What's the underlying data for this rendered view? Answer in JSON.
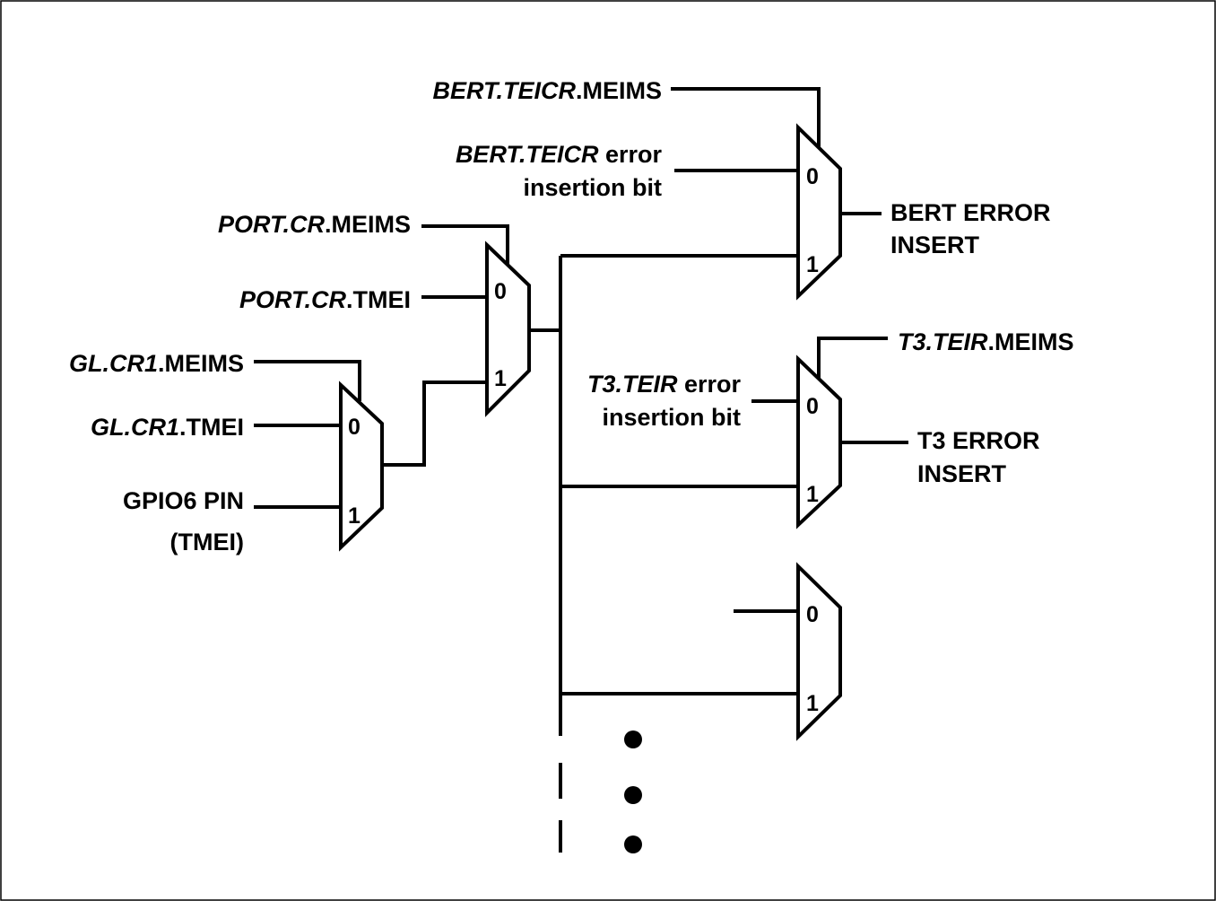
{
  "labels": {
    "bert_meims_reg": "BERT.TEICR",
    "bert_meims_field": ".MEIMS",
    "bert_err_reg": "BERT.TEICR",
    "bert_err_text": " error",
    "bert_err_line2": "insertion bit",
    "bert_out_1": "BERT ERROR",
    "bert_out_2": "INSERT",
    "port_meims_reg": "PORT.CR",
    "port_meims_field": ".MEIMS",
    "port_tmei_reg": "PORT.CR",
    "port_tmei_field": ".TMEI",
    "gl_meims_reg": "GL.CR1",
    "gl_meims_field": ".MEIMS",
    "gl_tmei_reg": "GL.CR1",
    "gl_tmei_field": ".TMEI",
    "gpio_1": "GPIO6 PIN",
    "gpio_2": "(TMEI)",
    "t3_meims_reg": "T3.TEIR",
    "t3_meims_field": ".MEIMS",
    "t3_err_reg": "T3.TEIR",
    "t3_err_text": " error",
    "t3_err_line2": "insertion bit",
    "t3_out_1": "T3 ERROR",
    "t3_out_2": "INSERT"
  },
  "mux_inputs": {
    "zero": "0",
    "one": "1"
  }
}
